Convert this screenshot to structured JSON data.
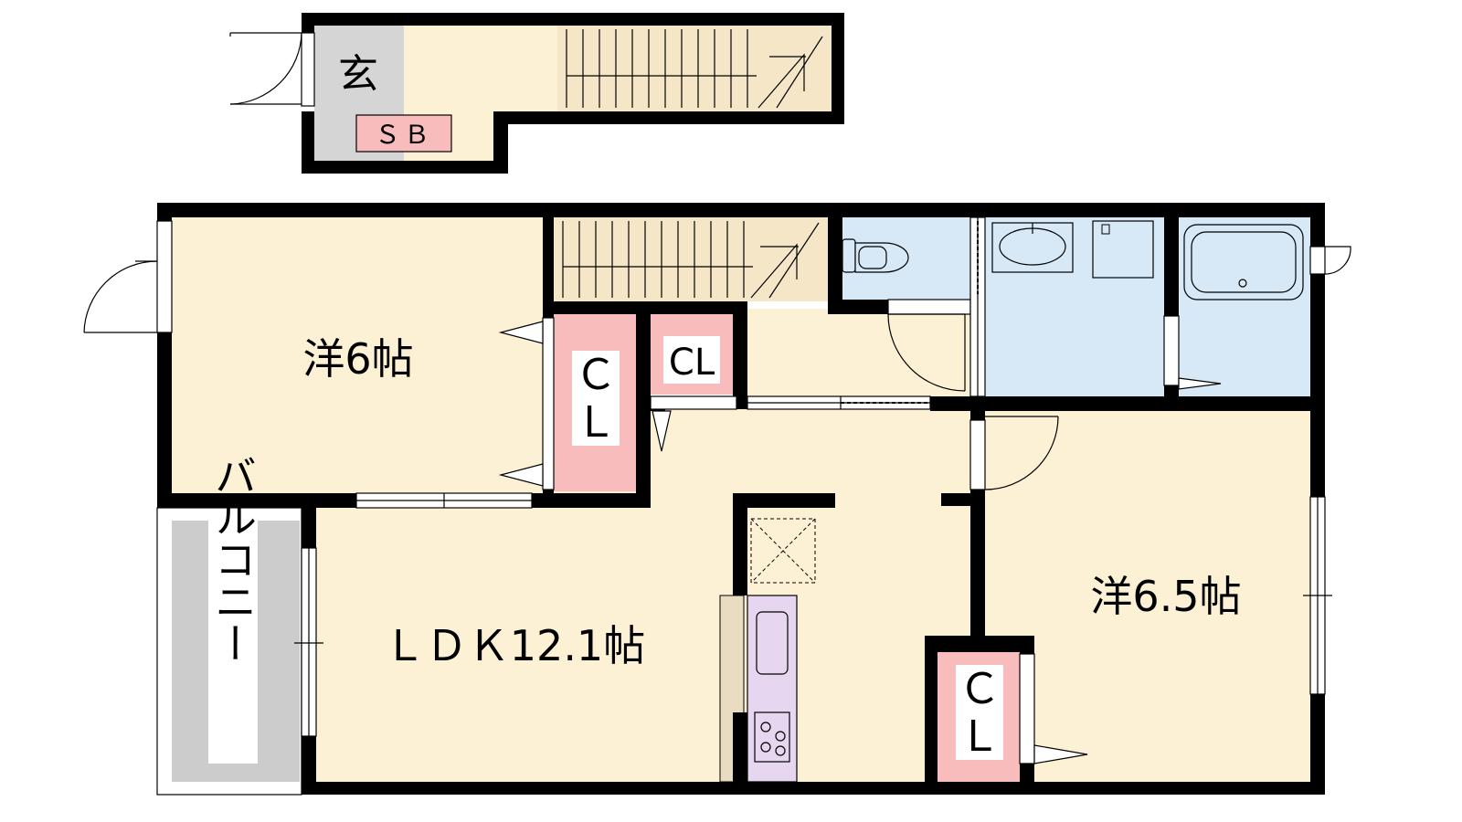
{
  "labels": {
    "genkan": "玄",
    "shoe_box": "ＳＢ",
    "western_room_6": "洋6帖",
    "western_room_6_5": "洋6.5帖",
    "ldk": "ＬＤＫ12.1帖",
    "closet_1_line1": "Ｃ",
    "closet_1_line2": "Ｌ",
    "closet_2": "CL",
    "closet_3_line1": "Ｃ",
    "closet_3_line2": "Ｌ",
    "balcony": "バルコニー"
  },
  "colors": {
    "floor": "#fcf1d4",
    "stairs": "#f5e6c8",
    "wet_area": "#d7e9f7",
    "closet": "#f9bcbc",
    "balcony": "#cccccc",
    "genkan": "#d5d5d5",
    "kitchen": "#e6d6f0",
    "wall": "#000000"
  }
}
